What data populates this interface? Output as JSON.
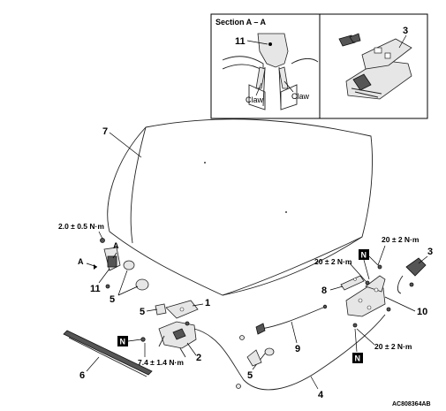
{
  "section": {
    "title": "Section A – A",
    "callout_11": "11",
    "callout_3": "3",
    "claw_left": "Claw",
    "claw_right": "Claw"
  },
  "callouts": {
    "c1": "1",
    "c2": "2",
    "c3": "3",
    "c4": "4",
    "c5a": "5",
    "c5b": "5",
    "c5c": "5",
    "c6": "6",
    "c7": "7",
    "c8": "8",
    "c9": "9",
    "c10": "10",
    "c11": "11"
  },
  "section_marks": {
    "left": "A",
    "right": "A"
  },
  "torques": {
    "t1": "2.0 ± 0.5 N·m",
    "t2": "7.4 ± 1.4 N·m",
    "t3": "20 ± 2 N·m",
    "t4": "20 ± 2 N·m",
    "t5": "20 ± 2 N·m"
  },
  "n_badge": "N",
  "drawing_code": "AC808364AB"
}
